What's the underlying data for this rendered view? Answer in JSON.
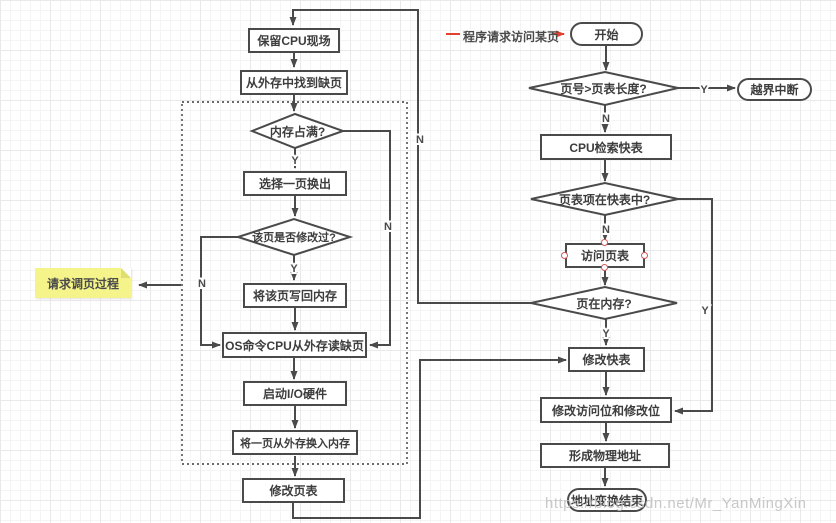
{
  "labels": {
    "yes": "Y",
    "no": "N"
  },
  "annotation": {
    "text": "程序请求访问某页"
  },
  "note": {
    "label": "请求调页过程"
  },
  "watermark": {
    "text": "https://blog.csdn.net/Mr_YanMingXin"
  },
  "left_flow": {
    "save_cpu": "保留CPU现场",
    "find_page": "从外存中找到缺页",
    "mem_full": "内存占满?",
    "select_page": "选择一页换出",
    "modified": "该页是否修改过?",
    "write_back": "将该页写回内存",
    "os_read": "OS命令CPU从外存读缺页",
    "start_io": "启动I/O硬件",
    "swap_in": "将一页从外存换入内存",
    "update_page_table": "修改页表"
  },
  "right_flow": {
    "start": "开始",
    "page_over": "页号>页表长度?",
    "bounds_interrupt": "越界中断",
    "cpu_search": "CPU检索快表",
    "entry_in_tlb": "页表项在快表中?",
    "access_page_table": "访问页表",
    "page_in_mem": "页在内存?",
    "update_tlb": "修改快表",
    "update_bits": "修改访问位和修改位",
    "form_addr": "形成物理地址",
    "end": "地址变换结束"
  }
}
